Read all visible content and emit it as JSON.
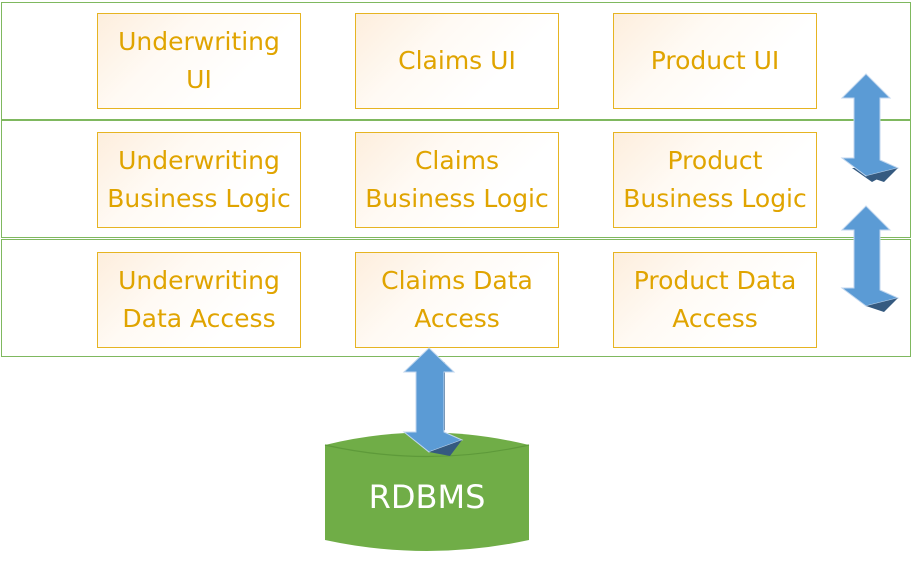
{
  "layers": [
    {
      "name": "ui",
      "boxes": [
        "Underwriting\nUI",
        "Claims  UI",
        "Product UI"
      ]
    },
    {
      "name": "business-logic",
      "boxes": [
        "Underwriting\nBusiness Logic",
        "Claims\nBusiness Logic",
        "Product\nBusiness Logic"
      ]
    },
    {
      "name": "data-access",
      "boxes": [
        "Underwriting\nData Access",
        "Claims  Data\nAccess",
        "Product Data\nAccess"
      ]
    }
  ],
  "database": {
    "label": "RDBMS"
  },
  "colors": {
    "layer_border": "#7fb85f",
    "box_border": "#e6b422",
    "box_text": "#e0a400",
    "arrow_light": "#5b9bd5",
    "arrow_dark": "#355a80",
    "db_fill": "#70ad47"
  }
}
